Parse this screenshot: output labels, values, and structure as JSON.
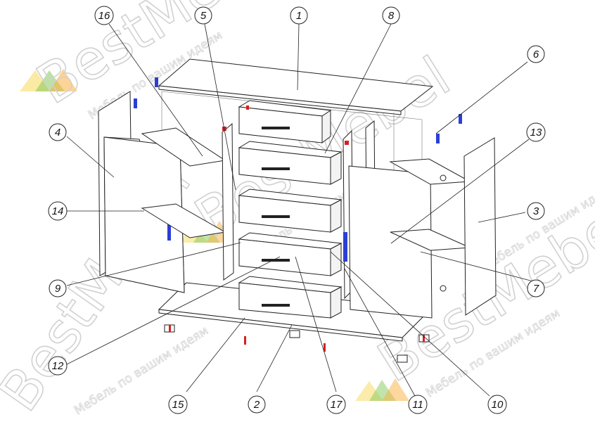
{
  "watermark": {
    "brand": "BestMebel",
    "slogan": "Мебель по вашим идеям",
    "colors": {
      "orange": "#f7a21b",
      "green": "#6dbf3c",
      "yellow": "#f5d23a",
      "outline": "#c9c9c9"
    }
  },
  "callouts": [
    {
      "id": "c1",
      "label": "1"
    },
    {
      "id": "c2",
      "label": "2"
    },
    {
      "id": "c3",
      "label": "3"
    },
    {
      "id": "c4",
      "label": "4"
    },
    {
      "id": "c5",
      "label": "5"
    },
    {
      "id": "c6",
      "label": "6"
    },
    {
      "id": "c7",
      "label": "7"
    },
    {
      "id": "c8",
      "label": "8"
    },
    {
      "id": "c9",
      "label": "9"
    },
    {
      "id": "c10",
      "label": "10"
    },
    {
      "id": "c11",
      "label": "11"
    },
    {
      "id": "c12",
      "label": "12"
    },
    {
      "id": "c13",
      "label": "13"
    },
    {
      "id": "c14",
      "label": "14"
    },
    {
      "id": "c15",
      "label": "15"
    },
    {
      "id": "c16",
      "label": "16"
    },
    {
      "id": "c17",
      "label": "17"
    }
  ],
  "drawing": {
    "subject": "chest-of-drawers-exploded-view",
    "drawers": 5,
    "accent_colors": {
      "handle": "#2a3fd6",
      "fitting": "#d62020"
    }
  }
}
